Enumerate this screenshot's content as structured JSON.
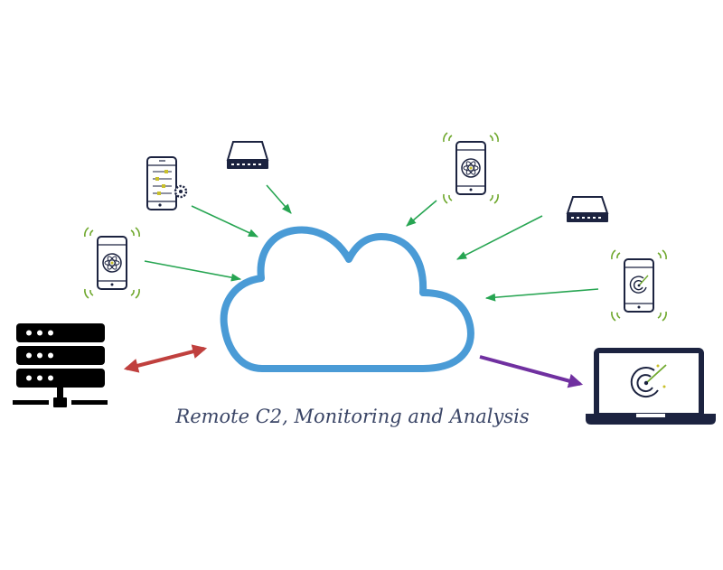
{
  "diagram": {
    "caption": "Remote C2, Monitoring and Analysis",
    "colors": {
      "cloud": "#4a9bd6",
      "device_outline": "#1c2340",
      "signal": "#6fa82d",
      "accent_yellow": "#c9c02a",
      "telemetry_arrow": "#27a552",
      "c2_arrow": "#c0403e",
      "analysis_arrow": "#7030a0",
      "server": "#000000"
    },
    "nodes": [
      {
        "name": "cloud",
        "icon": "cloud-icon"
      },
      {
        "name": "settings-phone",
        "icon": "phone-settings-icon"
      },
      {
        "name": "router-left",
        "icon": "router-icon"
      },
      {
        "name": "atom-phone-left",
        "icon": "phone-atom-icon"
      },
      {
        "name": "atom-phone-right",
        "icon": "phone-atom-icon"
      },
      {
        "name": "router-right",
        "icon": "router-icon"
      },
      {
        "name": "radar-phone",
        "icon": "phone-radar-icon"
      },
      {
        "name": "server",
        "icon": "server-rack-icon"
      },
      {
        "name": "laptop",
        "icon": "laptop-radar-icon"
      }
    ]
  }
}
